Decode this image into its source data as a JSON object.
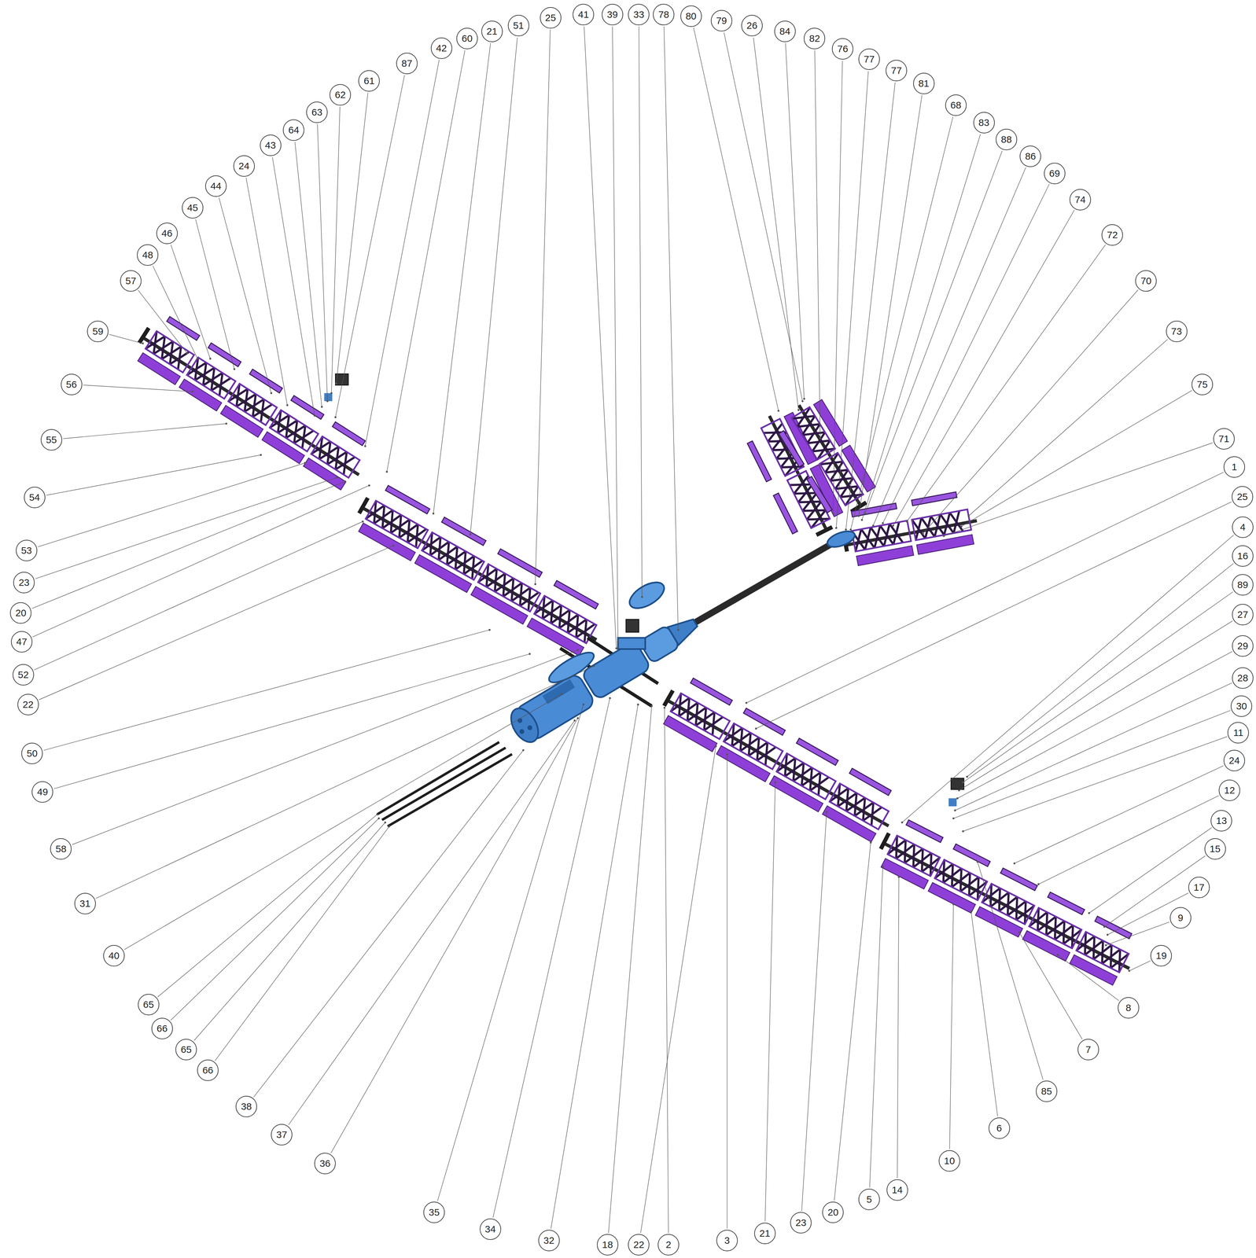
{
  "diagram": {
    "nodes": [
      {
        "text": [
          "59"
        ]
      },
      {
        "text": [
          "57"
        ]
      },
      {
        "text": [
          "48"
        ]
      },
      {
        "text": [
          "46"
        ]
      },
      {
        "text": [
          "45"
        ]
      },
      {
        "text": [
          "44"
        ]
      },
      {
        "text": [
          "24"
        ]
      },
      {
        "text": [
          "43"
        ]
      },
      {
        "text": [
          "64"
        ]
      },
      {
        "text": [
          "63"
        ]
      },
      {
        "text": [
          "62"
        ]
      },
      {
        "text": [
          "61"
        ]
      },
      {
        "text": [
          "87"
        ]
      },
      {
        "text": [
          "42"
        ]
      },
      {
        "text": [
          "60"
        ]
      },
      {
        "text": [
          "21"
        ]
      },
      {
        "text": [
          "51"
        ]
      },
      {
        "text": [
          "25"
        ]
      },
      {
        "text": [
          "41"
        ]
      },
      {
        "text": [
          "39"
        ]
      },
      {
        "text": [
          "33"
        ]
      },
      {
        "text": [
          "78"
        ]
      },
      {
        "text": [
          "80"
        ]
      },
      {
        "text": [
          "79"
        ]
      },
      {
        "text": [
          "26"
        ]
      },
      {
        "text": [
          "84"
        ]
      },
      {
        "text": [
          "82"
        ]
      },
      {
        "text": [
          "76"
        ]
      },
      {
        "text": [
          "77"
        ]
      },
      {
        "text": [
          "77"
        ]
      },
      {
        "text": [
          "81"
        ]
      },
      {
        "text": [
          "68"
        ]
      },
      {
        "text": [
          "83"
        ]
      },
      {
        "text": [
          "88"
        ]
      },
      {
        "text": [
          "86"
        ]
      },
      {
        "text": [
          "69"
        ]
      },
      {
        "text": [
          "74"
        ]
      },
      {
        "text": [
          "72"
        ]
      },
      {
        "text": [
          "70"
        ]
      },
      {
        "text": [
          "73"
        ]
      },
      {
        "text": [
          "75"
        ]
      },
      {
        "text": [
          "71"
        ]
      },
      {
        "text": [
          "1"
        ]
      },
      {
        "text": [
          "25"
        ]
      },
      {
        "text": [
          "4"
        ]
      },
      {
        "text": [
          "16"
        ]
      },
      {
        "text": [
          "89"
        ]
      },
      {
        "text": [
          "27"
        ]
      },
      {
        "text": [
          "29"
        ]
      },
      {
        "text": [
          "28"
        ]
      },
      {
        "text": [
          "30"
        ]
      },
      {
        "text": [
          "11"
        ]
      },
      {
        "text": [
          "24"
        ]
      },
      {
        "text": [
          "12"
        ]
      },
      {
        "text": [
          "13"
        ]
      },
      {
        "text": [
          "15"
        ]
      },
      {
        "text": [
          "17"
        ]
      },
      {
        "text": [
          "9"
        ]
      },
      {
        "text": [
          "19"
        ]
      },
      {
        "text": [
          "8"
        ]
      },
      {
        "text": [
          "7"
        ]
      },
      {
        "text": [
          "85"
        ]
      },
      {
        "text": [
          "6"
        ]
      },
      {
        "text": [
          "10"
        ]
      },
      {
        "text": [
          "14"
        ]
      },
      {
        "text": [
          "5"
        ]
      },
      {
        "text": [
          "20"
        ]
      },
      {
        "text": [
          "23"
        ]
      },
      {
        "text": [
          "21"
        ]
      },
      {
        "text": [
          "3"
        ]
      },
      {
        "text": [
          "2"
        ]
      },
      {
        "text": [
          "22"
        ]
      },
      {
        "text": [
          "18"
        ]
      },
      {
        "text": [
          "32"
        ]
      },
      {
        "text": [
          "34"
        ]
      },
      {
        "text": [
          "35"
        ]
      },
      {
        "text": [
          "36"
        ]
      },
      {
        "text": [
          "37"
        ]
      },
      {
        "text": [
          "38"
        ]
      },
      {
        "text": [
          "66"
        ]
      },
      {
        "text": [
          "65"
        ]
      },
      {
        "text": [
          "66"
        ]
      },
      {
        "text": [
          "65"
        ]
      },
      {
        "text": [
          "40"
        ]
      },
      {
        "text": [
          "31"
        ]
      },
      {
        "text": [
          "58"
        ]
      },
      {
        "text": [
          "49"
        ]
      },
      {
        "text": [
          "50"
        ]
      },
      {
        "text": [
          "22"
        ]
      },
      {
        "text": [
          "52"
        ]
      },
      {
        "text": [
          "47"
        ]
      },
      {
        "text": [
          "20"
        ]
      },
      {
        "text": [
          "23"
        ]
      },
      {
        "text": [
          "53"
        ]
      },
      {
        "text": [
          "54"
        ]
      },
      {
        "text": [
          "55"
        ]
      },
      {
        "text": [
          "56"
        ]
      }
    ]
  }
}
